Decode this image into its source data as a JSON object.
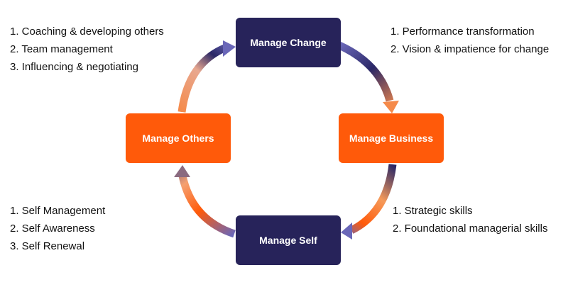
{
  "nodes": {
    "change": "Manage Change",
    "business": "Manage Business",
    "self": "Manage Self",
    "others": "Manage Others"
  },
  "lists": {
    "change": [
      "1. Performance transformation",
      "2. Vision & impatience for change"
    ],
    "business": [
      "1. Strategic skills",
      "2. Foundational managerial skills"
    ],
    "self": [
      "1. Self Management",
      "2. Self Awareness",
      "3. Self Renewal"
    ],
    "others": [
      "1. Coaching & developing others",
      "2. Team management",
      "3. Influencing & negotiating"
    ]
  },
  "colors": {
    "navy": "#27235a",
    "orange": "#ff5a0a",
    "arrow_purple": "#6a67b8",
    "arrow_orange": "#f58a4a",
    "arrow_navy": "#2a2766"
  }
}
